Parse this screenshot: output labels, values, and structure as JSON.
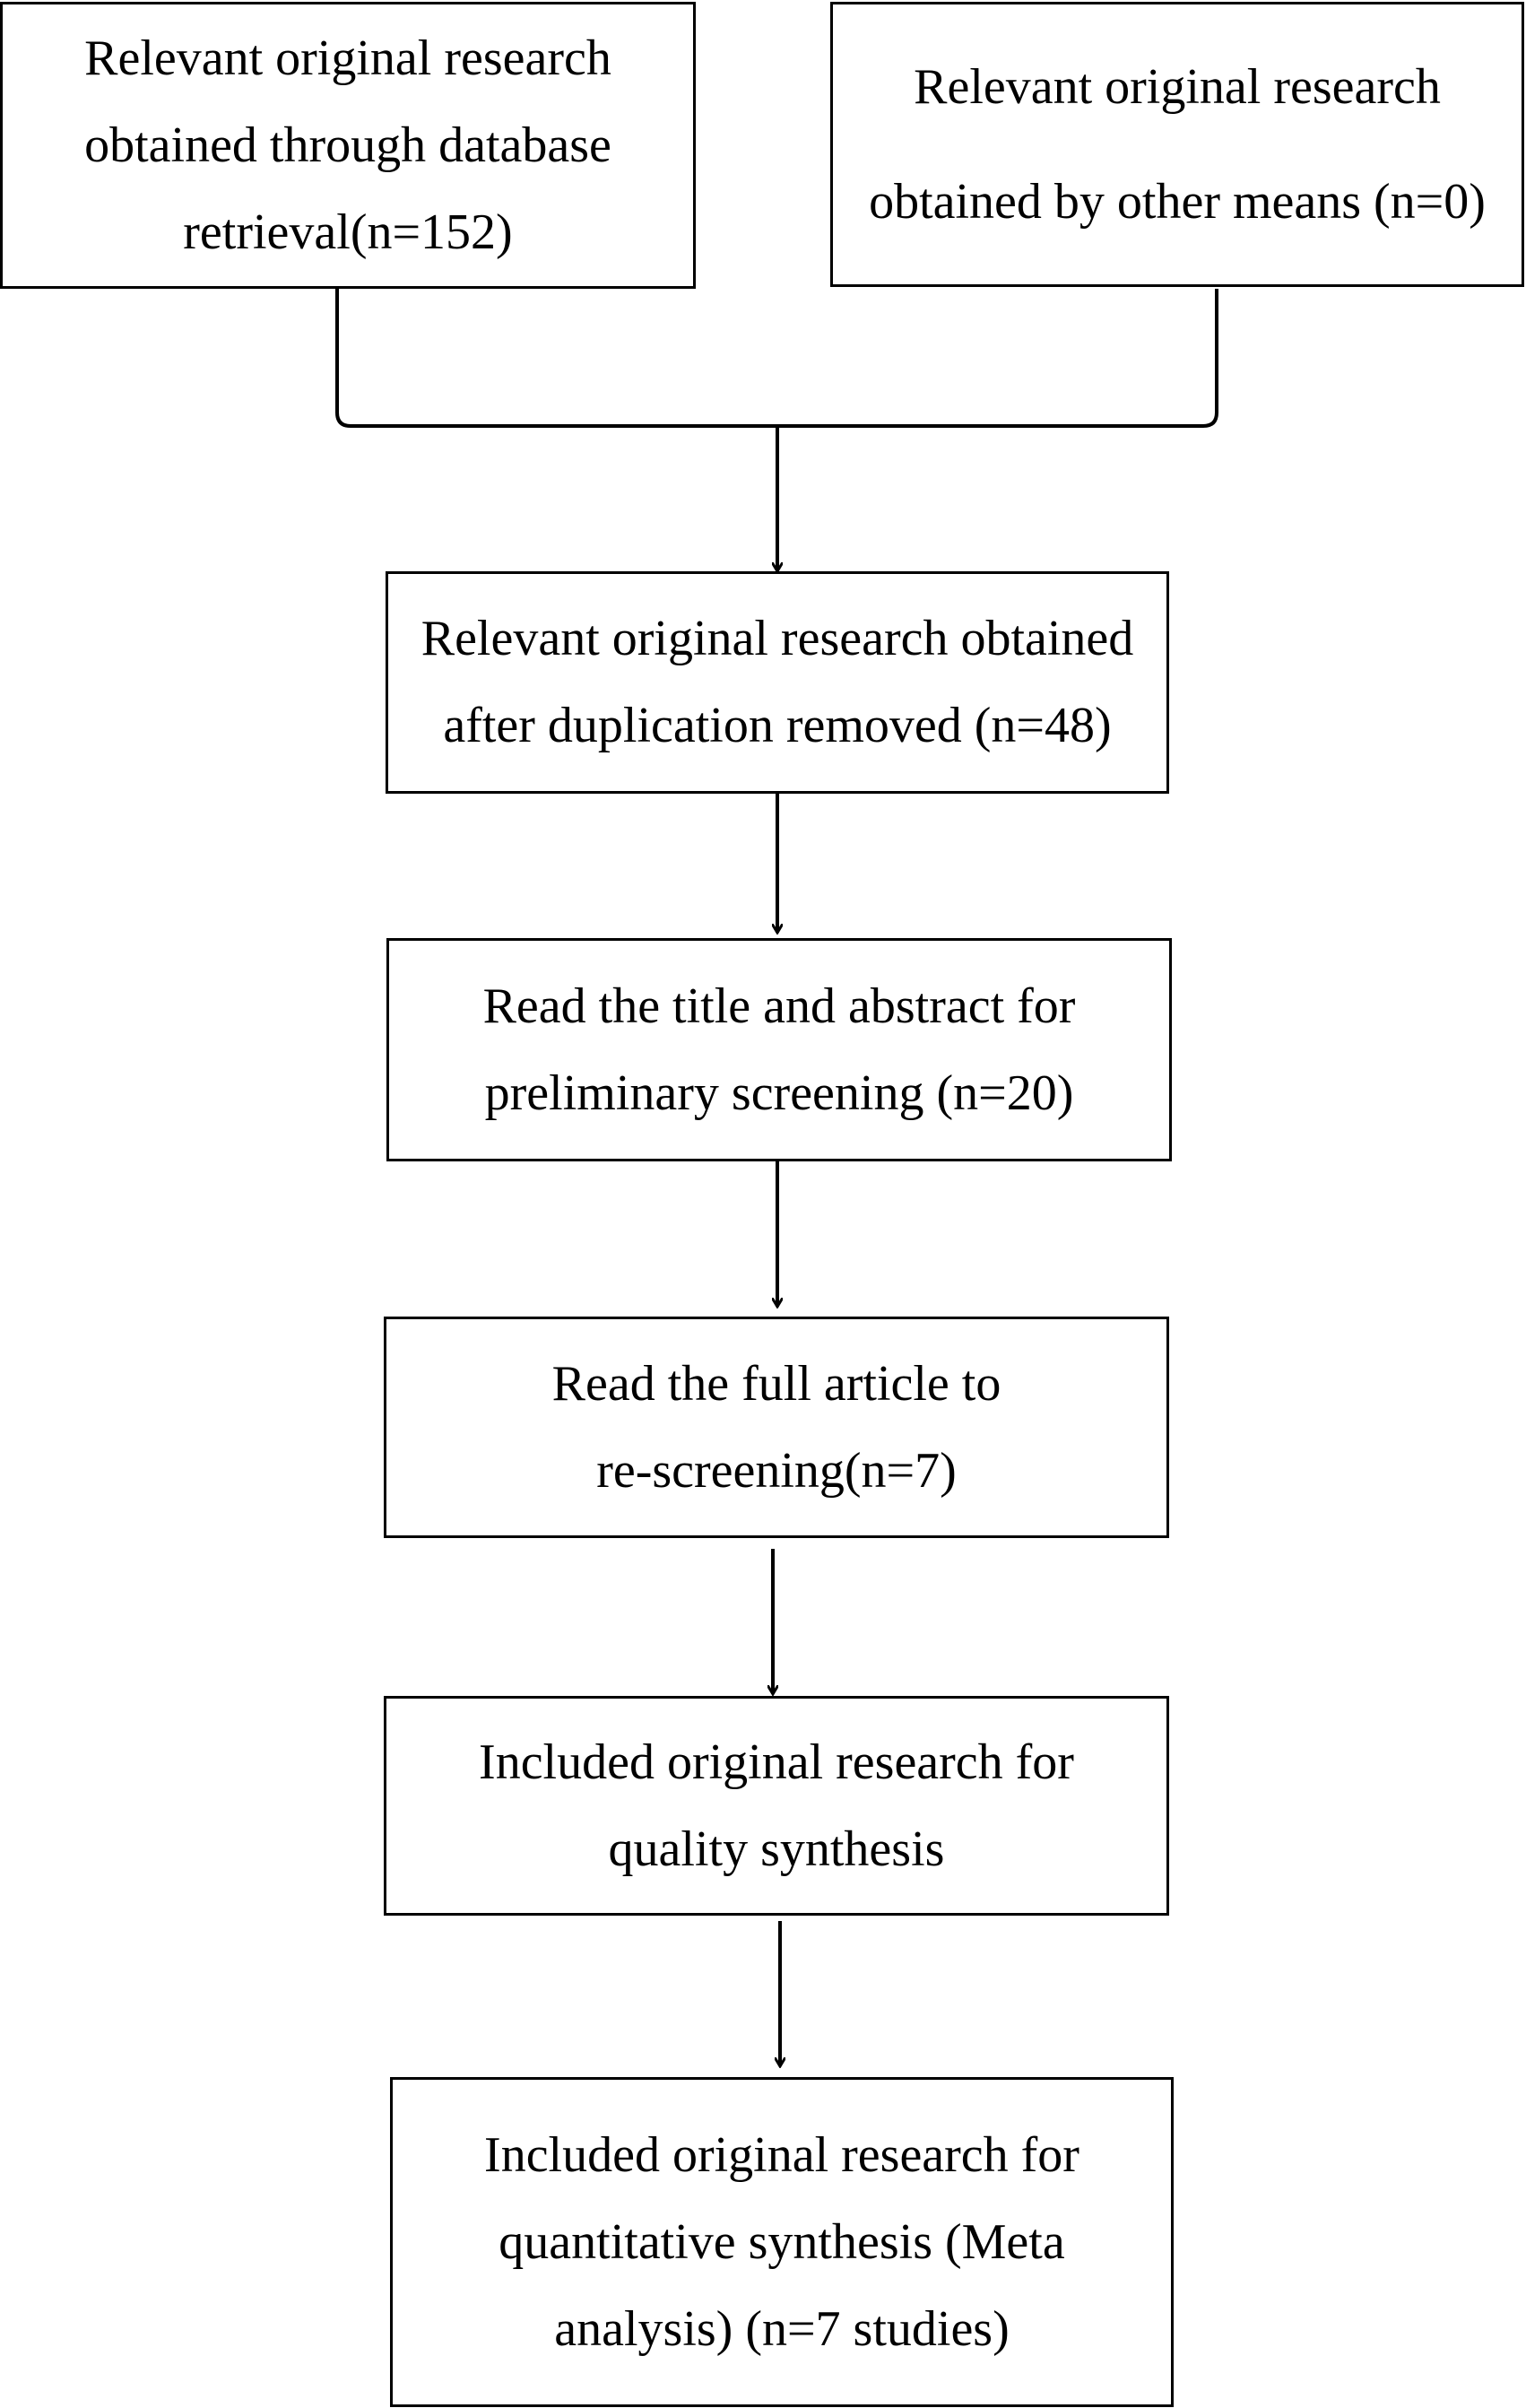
{
  "flowchart": {
    "boxes": [
      {
        "id": "database-retrieval",
        "lines": [
          "Relevant original research",
          "obtained through database",
          "retrieval(n=152)"
        ]
      },
      {
        "id": "other-means",
        "lines": [
          "Relevant original research",
          "obtained by other means (n=0)"
        ]
      },
      {
        "id": "duplication-removed",
        "lines": [
          "Relevant original research obtained",
          "after duplication removed (n=48)"
        ]
      },
      {
        "id": "preliminary-screening",
        "lines": [
          "Read the title and abstract for",
          "preliminary screening (n=20)"
        ]
      },
      {
        "id": "re-screening",
        "lines": [
          "Read the full article to",
          "re-screening(n=7)"
        ]
      },
      {
        "id": "quality-synthesis",
        "lines": [
          "Included original research for",
          "quality synthesis"
        ]
      },
      {
        "id": "quantitative-synthesis",
        "lines": [
          "Included original research for",
          "quantitative synthesis (Meta",
          "analysis) (n=7 studies)"
        ]
      }
    ]
  }
}
